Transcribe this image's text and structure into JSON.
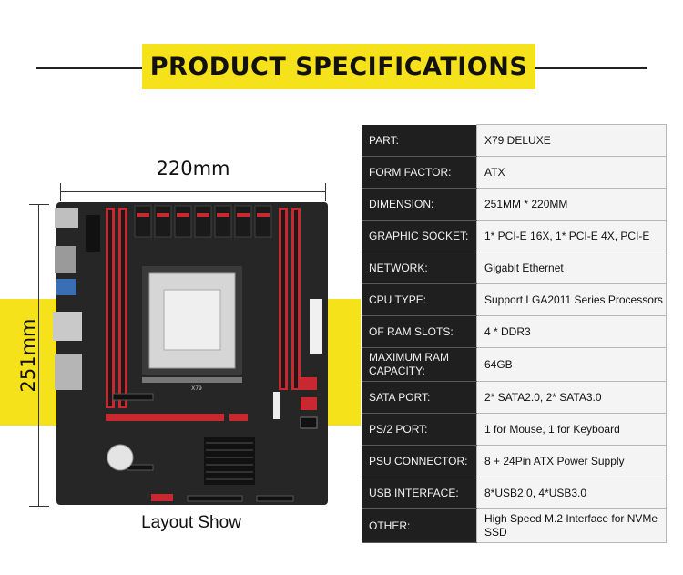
{
  "header": {
    "title": "PRODUCT SPECIFICATIONS"
  },
  "layout": {
    "width_label": "220mm",
    "height_label": "251mm",
    "caption": "Layout Show",
    "board_chip_label": "X79"
  },
  "specs": [
    {
      "key": "PART:",
      "value": "X79 DELUXE"
    },
    {
      "key": "FORM FACTOR:",
      "value": "ATX"
    },
    {
      "key": "DIMENSION:",
      "value": "251MM * 220MM"
    },
    {
      "key": "GRAPHIC SOCKET:",
      "value": "1* PCI-E 16X,  1* PCI-E 4X,  PCI-E"
    },
    {
      "key": "NETWORK:",
      "value": "Gigabit Ethernet"
    },
    {
      "key": "CPU TYPE:",
      "value": "Support LGA2011 Series Processors"
    },
    {
      "key": "OF RAM SLOTS:",
      "value": "4 * DDR3"
    },
    {
      "key": "MAXIMUM RAM CAPACITY:",
      "value": "64GB"
    },
    {
      "key": "SATA PORT:",
      "value": "2* SATA2.0, 2* SATA3.0"
    },
    {
      "key": "PS/2 PORT:",
      "value": "1 for Mouse, 1 for Keyboard"
    },
    {
      "key": "PSU CONNECTOR:",
      "value": "8 + 24Pin ATX Power Supply"
    },
    {
      "key": "USB INTERFACE:",
      "value": "8*USB2.0, 4*USB3.0"
    },
    {
      "key": "OTHER:",
      "value": "High Speed M.2 Interface for NVMe SSD"
    }
  ],
  "colors": {
    "accent": "#f6e21a",
    "board": "#262626",
    "ram_slot": "#c8282e"
  }
}
